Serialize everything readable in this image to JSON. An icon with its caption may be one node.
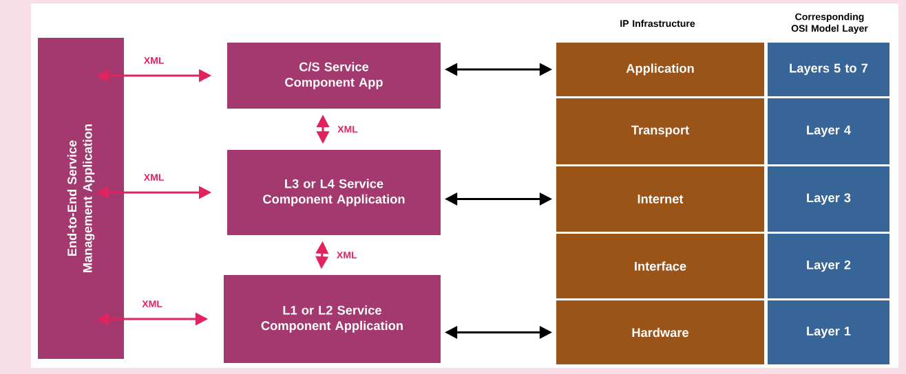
{
  "diagram": {
    "nodes": [
      {
        "text": [
          "End-to-End Service Management Application"
        ]
      },
      {
        "text": [
          "C/S Service Component App"
        ]
      },
      {
        "text": [
          "L3 or L4 Service Component Application"
        ]
      },
      {
        "text": [
          "L1 or L2 Service Component Application"
        ]
      },
      {
        "text": [
          "Application"
        ]
      },
      {
        "text": [
          "Transport"
        ]
      },
      {
        "text": [
          "Internet"
        ]
      },
      {
        "text": [
          "Interface"
        ]
      },
      {
        "text": [
          "Hardware"
        ]
      },
      {
        "text": [
          "Layers 5 to 7"
        ]
      },
      {
        "text": [
          "Layer 4"
        ]
      },
      {
        "text": [
          "Layer 3"
        ]
      },
      {
        "text": [
          "Layer 2"
        ]
      },
      {
        "text": [
          "Layer 1"
        ]
      }
    ],
    "edges": [
      {
        "from": 0,
        "to": 1,
        "arrow": "both",
        "label": "XML",
        "color": "#e0245e"
      },
      {
        "from": 0,
        "to": 2,
        "arrow": "both",
        "label": "XML",
        "color": "#e0245e"
      },
      {
        "from": 0,
        "to": 3,
        "arrow": "both",
        "label": "XML",
        "color": "#e0245e"
      },
      {
        "from": 1,
        "to": 2,
        "arrow": "both",
        "label": "XML",
        "color": "#e0245e"
      },
      {
        "from": 2,
        "to": 3,
        "arrow": "both",
        "label": "XML",
        "color": "#e0245e"
      },
      {
        "from": 1,
        "to": 4,
        "arrow": "both",
        "color": "#000000"
      },
      {
        "from": 2,
        "to": 6,
        "arrow": "both",
        "color": "#000000"
      },
      {
        "from": 3,
        "to": 8,
        "arrow": "both",
        "color": "#000000"
      }
    ],
    "labels": [
      "IP Infrastructure",
      "Corresponding OSI Model Layer"
    ]
  }
}
